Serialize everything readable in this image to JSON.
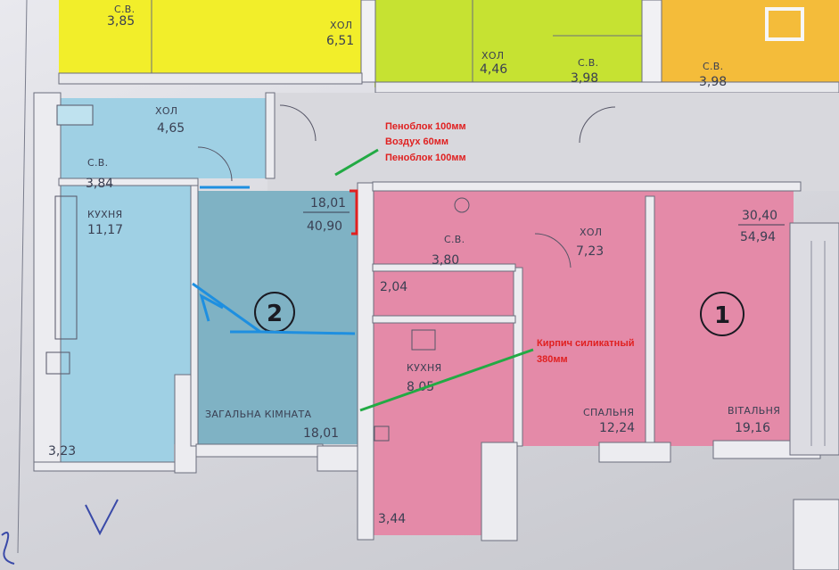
{
  "top_apartments": [
    {
      "room": "С.В.",
      "area": "3,85"
    },
    {
      "room": "ХОЛ",
      "area": "6,51"
    },
    {
      "room": "ХОЛ",
      "area": "4,46"
    },
    {
      "room": "С.В.",
      "area": "3,98"
    },
    {
      "room": "С.В.",
      "area": "3,98"
    }
  ],
  "apartment_2": {
    "number": "2",
    "living_area": "18,01",
    "total_area": "40,90",
    "rooms": {
      "hall": {
        "name": "ХОЛ",
        "area": "4,65"
      },
      "bathroom": {
        "name": "С.В.",
        "area": "3,84"
      },
      "kitchen": {
        "name": "КУХНЯ",
        "area": "11,17"
      },
      "common_room": {
        "name": "ЗАГАЛЬНА КІМНАТА",
        "area": "18,01"
      },
      "balcony": {
        "area": "3,23"
      }
    }
  },
  "apartment_1": {
    "number": "1",
    "living_area": "30,40",
    "total_area": "54,94",
    "rooms": {
      "bathroom": {
        "name": "С.В.",
        "area": "3,80"
      },
      "hall": {
        "name": "ХОЛ",
        "area": "7,23"
      },
      "storage": {
        "area": "2,04"
      },
      "kitchen": {
        "name": "КУХНЯ",
        "area": "8,05"
      },
      "bedroom": {
        "name": "СПАЛЬНЯ",
        "area": "12,24"
      },
      "living": {
        "name": "ВІТАЛЬНЯ",
        "area": "19,16"
      },
      "balcony": {
        "area": "3,44"
      }
    }
  },
  "annotations": {
    "wall_note": [
      "Пеноблок 100мм",
      "Воздух 60мм",
      "Пеноблок 100мм"
    ],
    "brick_note": [
      "Кирпич силикатный",
      "380мм"
    ]
  },
  "colors": {
    "apt2_fill": "#9fd0e4",
    "apt1_fill": "#e48aa8",
    "yellow": "#f2ee2a",
    "green": "#c6e232",
    "orange": "#f4bc3a",
    "note_red": "#e02020",
    "note_green": "#22aa44",
    "marker_blue": "#1e8fe0"
  }
}
